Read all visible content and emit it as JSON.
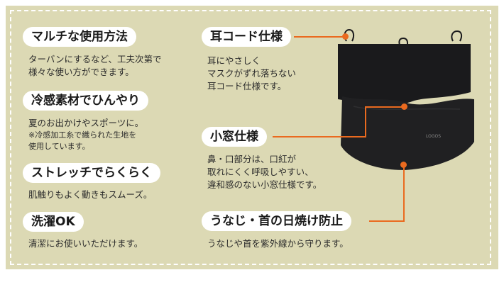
{
  "colors": {
    "panel": "#dcd9b4",
    "dashed_border": "#ffffff",
    "accent": "#ea6a1f",
    "product": "#1a1a1c"
  },
  "features_left": [
    {
      "title": "マルチな使用方法",
      "lines": [
        "ターバンにするなど、工夫次第で",
        "様々な使い方ができます。"
      ]
    },
    {
      "title": "冷感素材でひんやり",
      "lines": [
        "夏のお出かけやスポーツに。"
      ],
      "note_lines": [
        "※冷感加工糸で織られた生地を",
        "使用しています。"
      ]
    },
    {
      "title": "ストレッチでらくらく",
      "lines": [
        "肌触りもよく動きもスムーズ。"
      ]
    },
    {
      "title": "洗濯OK",
      "lines": [
        "清潔にお使いいただけます。"
      ]
    }
  ],
  "features_right": [
    {
      "title": "耳コード仕様",
      "lines": [
        "耳にやさしく",
        "マスクがずれ落ちない",
        "耳コード仕様です。"
      ]
    },
    {
      "title": "小窓仕様",
      "lines": [
        "鼻・口部分は、口紅が",
        "取れにくく呼吸しやすい、",
        "違和感のない小窓仕様です。"
      ]
    },
    {
      "title": "うなじ・首の日焼け防止",
      "lines": [
        "うなじや首を紫外線から守ります。"
      ]
    }
  ],
  "product": {
    "brand_mark": "LOGOS",
    "icon": "face-cover-product-image"
  }
}
